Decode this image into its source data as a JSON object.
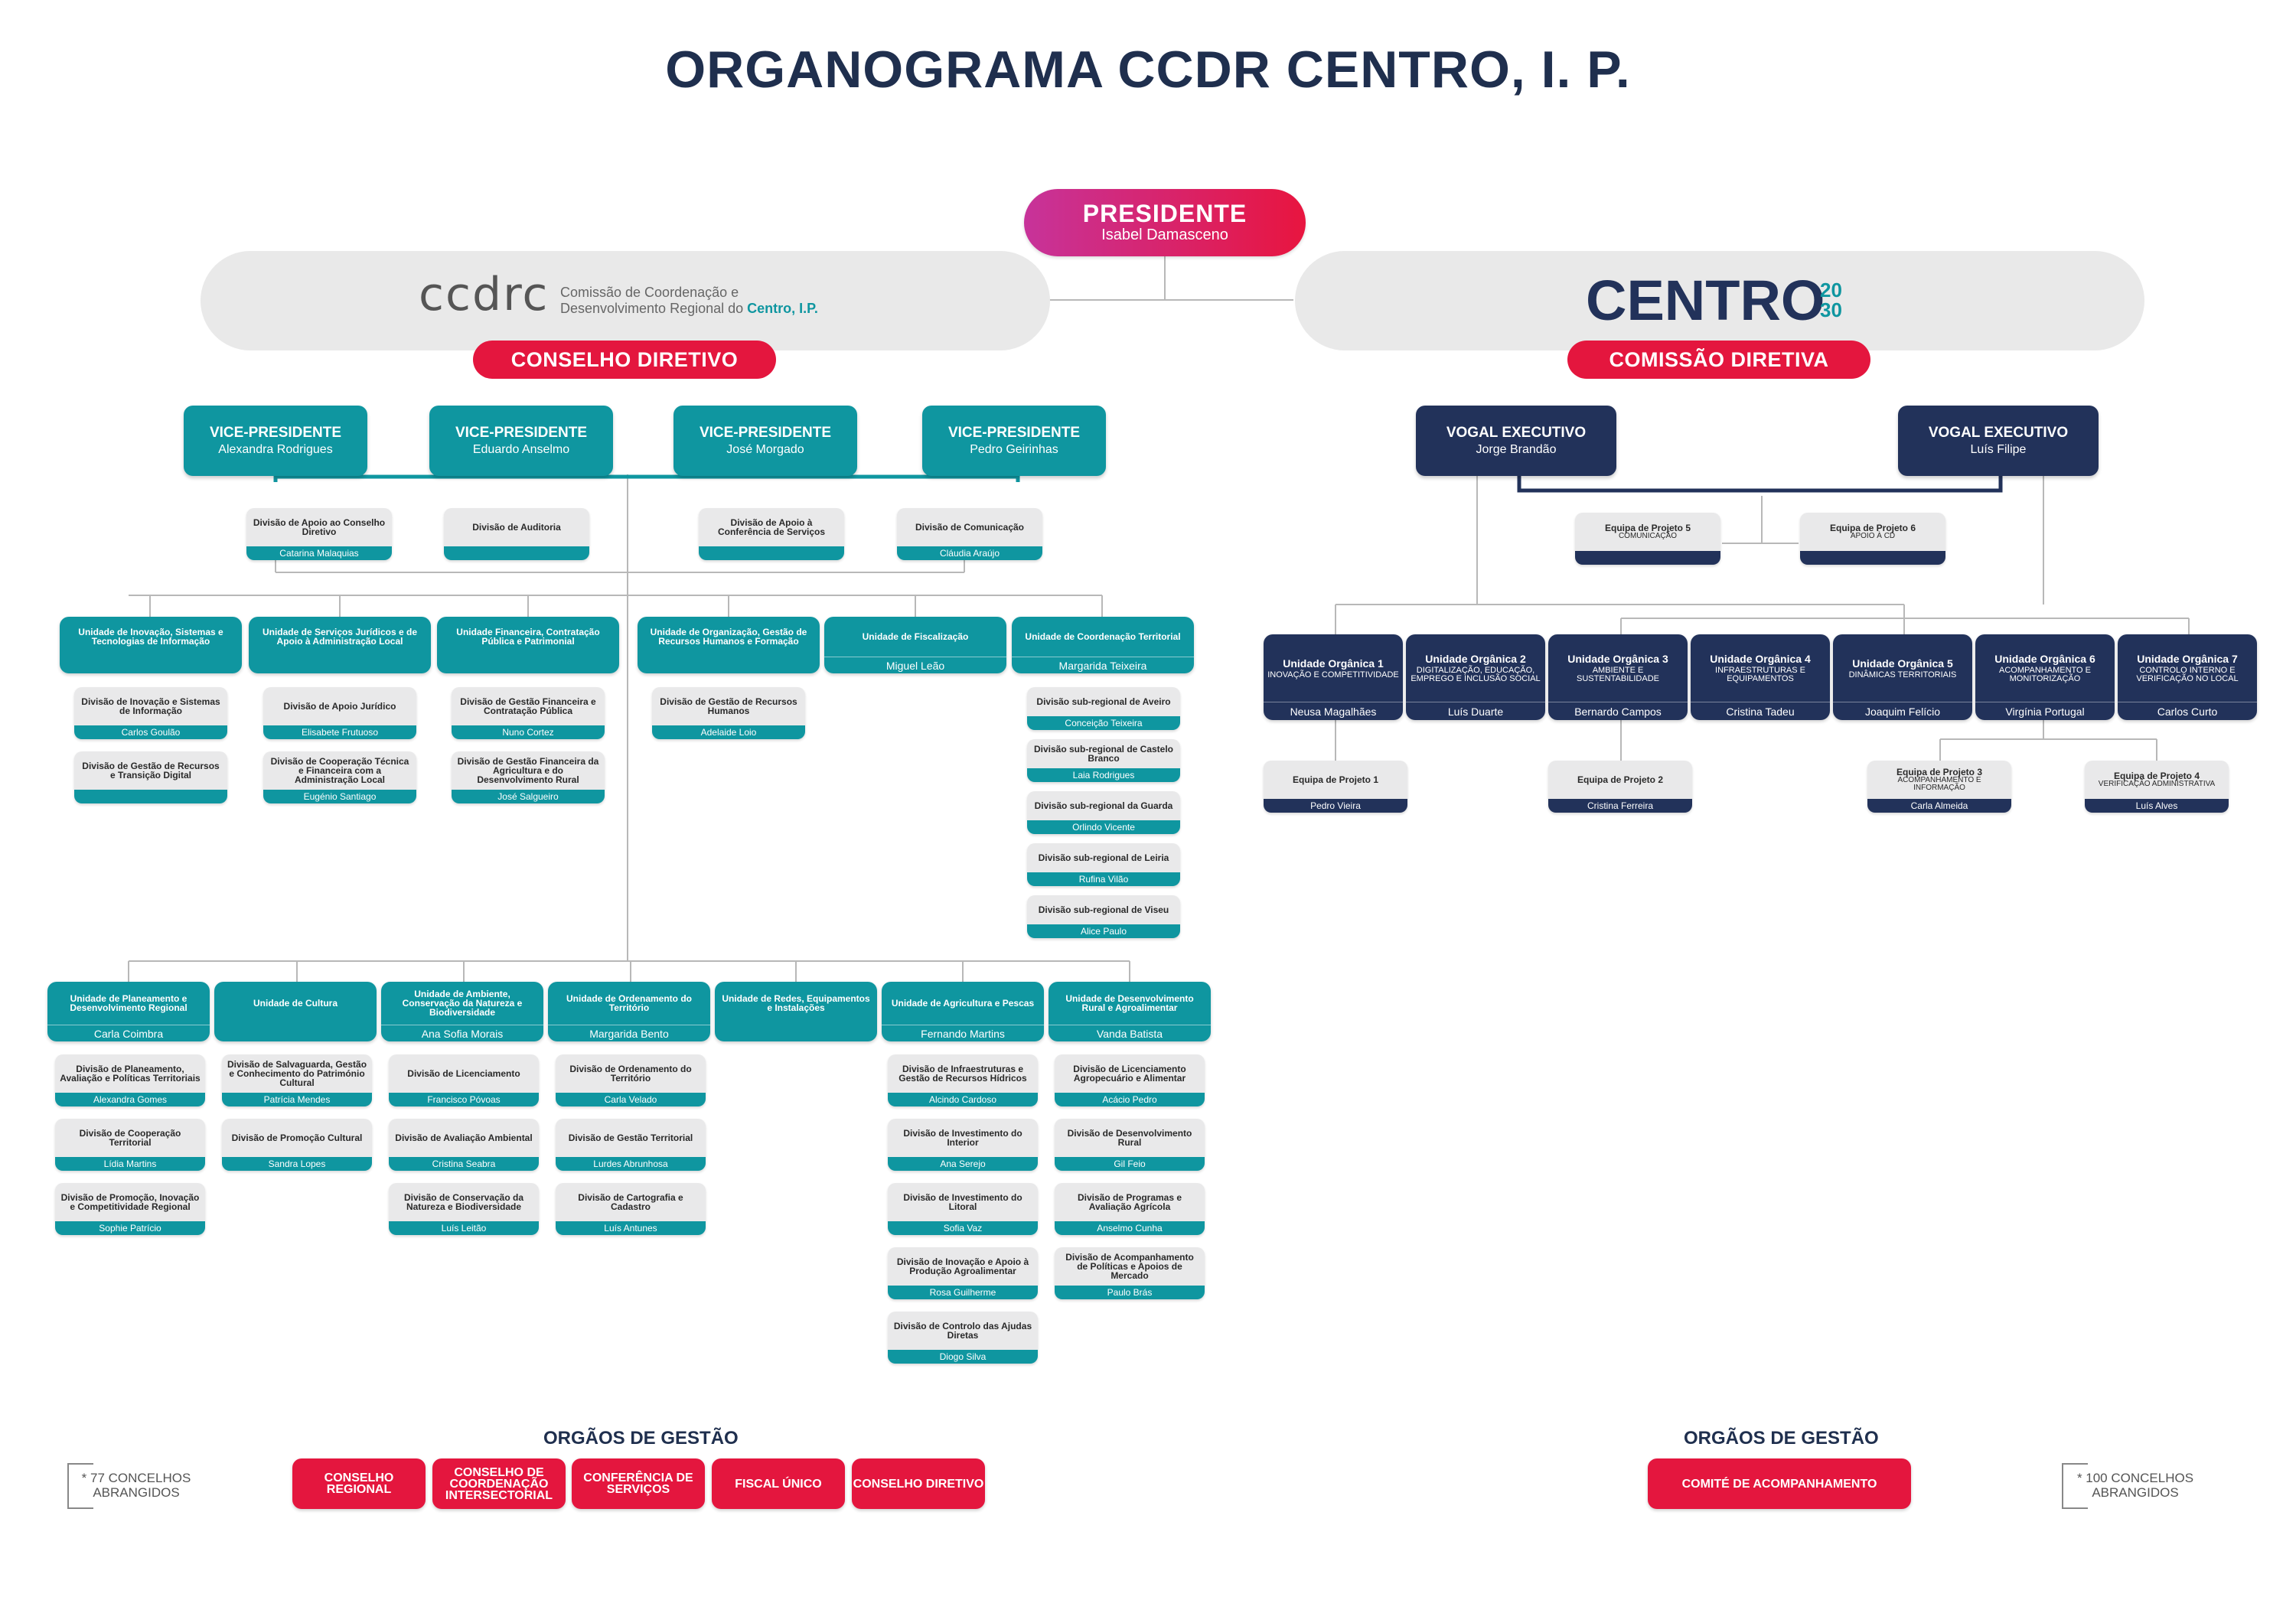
{
  "title": "ORGANOGRAMA CCDR CENTRO, I. P.",
  "president": {
    "title": "PRESIDENTE",
    "name": "Isabel Damasceno"
  },
  "ccdrc": {
    "logo_text": "ccdrc",
    "description_line1": "Comissão de Coordenação e",
    "description_line2": "Desenvolvimento Regional do",
    "description_brand": "Centro, I.P."
  },
  "centro2030": {
    "logo_text": "CENTRO",
    "logo_20": "20",
    "logo_30": "30"
  },
  "conselho_diretivo": "CONSELHO DIRETIVO",
  "comissao_diretiva": "COMISSÃO DIRETIVA",
  "vice_presidents": [
    {
      "title": "VICE-PRESIDENTE",
      "name": "Alexandra Rodrigues"
    },
    {
      "title": "VICE-PRESIDENTE",
      "name": "Eduardo Anselmo"
    },
    {
      "title": "VICE-PRESIDENTE",
      "name": "José Morgado"
    },
    {
      "title": "VICE-PRESIDENTE",
      "name": "Pedro Geirinhas"
    }
  ],
  "vogais": [
    {
      "title": "VOGAL EXECUTIVO",
      "name": "Jorge Brandão"
    },
    {
      "title": "VOGAL EXECUTIVO",
      "name": "Luís Filipe"
    }
  ],
  "support_divisions": [
    {
      "title": "Divisão de Apoio ao Conselho Diretivo",
      "name": "Catarina Malaquias"
    },
    {
      "title": "Divisão de Auditoria",
      "name": ""
    },
    {
      "title": "Divisão de Apoio à Conferência de Serviços",
      "name": ""
    },
    {
      "title": "Divisão de Comunicação",
      "name": "Cláudia Araújo"
    }
  ],
  "project_teams_top": [
    {
      "title": "Equipa de Projeto 5",
      "sub": "COMUNICAÇÃO",
      "name": ""
    },
    {
      "title": "Equipa de Projeto 6",
      "sub": "APOIO À CD",
      "name": ""
    }
  ],
  "units_row1": [
    {
      "title": "Unidade de Inovação, Sistemas e Tecnologias de Informação",
      "name": "",
      "divisions": [
        {
          "title": "Divisão de Inovação e Sistemas de Informação",
          "name": "Carlos Goulão"
        },
        {
          "title": "Divisão de Gestão de Recursos e Transição Digital",
          "name": ""
        }
      ]
    },
    {
      "title": "Unidade de Serviços Jurídicos e de Apoio à Administração Local",
      "name": "",
      "divisions": [
        {
          "title": "Divisão de Apoio Jurídico",
          "name": "Elisabete Frutuoso"
        },
        {
          "title": "Divisão de Cooperação Técnica e Financeira com a Administração Local",
          "name": "Eugénio Santiago"
        }
      ]
    },
    {
      "title": "Unidade Financeira, Contratação Pública e Patrimonial",
      "name": "",
      "divisions": [
        {
          "title": "Divisão de Gestão Financeira e Contratação Pública",
          "name": "Nuno Cortez"
        },
        {
          "title": "Divisão de Gestão Financeira da Agricultura e do Desenvolvimento Rural",
          "name": "José Salgueiro"
        }
      ]
    },
    {
      "title": "Unidade de Organização, Gestão de Recursos Humanos e Formação",
      "name": "",
      "divisions": [
        {
          "title": "Divisão de Gestão de Recursos Humanos",
          "name": "Adelaide Loio"
        }
      ]
    },
    {
      "title": "Unidade de Fiscalização",
      "name": "Miguel Leão",
      "divisions": []
    },
    {
      "title": "Unidade de Coordenação Territorial",
      "name": "Margarida Teixeira",
      "divisions": [
        {
          "title": "Divisão sub-regional de Aveiro",
          "name": "Conceição Teixeira"
        },
        {
          "title": "Divisão sub-regional de Castelo Branco",
          "name": "Laia Rodrigues"
        },
        {
          "title": "Divisão sub-regional da Guarda",
          "name": "Orlindo Vicente"
        },
        {
          "title": "Divisão sub-regional de Leiria",
          "name": "Rufina Vilão"
        },
        {
          "title": "Divisão sub-regional de Viseu",
          "name": "Alice Paulo"
        }
      ]
    }
  ],
  "units_row2": [
    {
      "title": "Unidade de Planeamento e Desenvolvimento Regional",
      "name": "Carla Coimbra",
      "divisions": [
        {
          "title": "Divisão de Planeamento, Avaliação e Políticas Territoriais",
          "name": "Alexandra Gomes"
        },
        {
          "title": "Divisão de Cooperação Territorial",
          "name": "Lídia Martins"
        },
        {
          "title": "Divisão de Promoção, Inovação e Competitividade Regional",
          "name": "Sophie Patrício"
        }
      ]
    },
    {
      "title": "Unidade de Cultura",
      "name": "",
      "divisions": [
        {
          "title": "Divisão de Salvaguarda, Gestão e Conhecimento do Património Cultural",
          "name": "Patrícia Mendes"
        },
        {
          "title": "Divisão de Promoção Cultural",
          "name": "Sandra Lopes"
        }
      ]
    },
    {
      "title": "Unidade de Ambiente, Conservação da Natureza e Biodiversidade",
      "name": "Ana Sofia Morais",
      "divisions": [
        {
          "title": "Divisão de Licenciamento",
          "name": "Francisco Póvoas"
        },
        {
          "title": "Divisão de Avaliação Ambiental",
          "name": "Cristina Seabra"
        },
        {
          "title": "Divisão de Conservação da Natureza e Biodiversidade",
          "name": "Luís Leitão"
        }
      ]
    },
    {
      "title": "Unidade de Ordenamento do Território",
      "name": "Margarida Bento",
      "divisions": [
        {
          "title": "Divisão de Ordenamento do Território",
          "name": "Carla Velado"
        },
        {
          "title": "Divisão de Gestão Territorial",
          "name": "Lurdes Abrunhosa"
        },
        {
          "title": "Divisão de Cartografia e Cadastro",
          "name": "Luís Antunes"
        }
      ]
    },
    {
      "title": "Unidade de Redes, Equipamentos e Instalações",
      "name": "",
      "divisions": []
    },
    {
      "title": "Unidade de Agricultura e Pescas",
      "name": "Fernando Martins",
      "divisions": [
        {
          "title": "Divisão de Infraestruturas e Gestão de Recursos Hídricos",
          "name": "Alcindo Cardoso"
        },
        {
          "title": "Divisão de Investimento do Interior",
          "name": "Ana Serejo"
        },
        {
          "title": "Divisão de Investimento do Litoral",
          "name": "Sofia Vaz"
        },
        {
          "title": "Divisão de Inovação e Apoio à Produção Agroalimentar",
          "name": "Rosa Guilherme"
        },
        {
          "title": "Divisão de Controlo das Ajudas Diretas",
          "name": "Diogo Silva"
        }
      ]
    },
    {
      "title": "Unidade de Desenvolvimento Rural e Agroalimentar",
      "name": "Vanda Batista",
      "divisions": [
        {
          "title": "Divisão de Licenciamento Agropecuário e Alimentar",
          "name": "Acácio Pedro"
        },
        {
          "title": "Divisão de Desenvolvimento Rural",
          "name": "Gil Feio"
        },
        {
          "title": "Divisão de Programas e Avaliação Agrícola",
          "name": "Anselmo Cunha"
        },
        {
          "title": "Divisão de Acompanhamento de Políticas e Apoios de Mercado",
          "name": "Paulo Brás"
        }
      ]
    }
  ],
  "organic_units": [
    {
      "title": "Unidade Orgânica 1",
      "sub": "INOVAÇÃO E COMPETITIVIDADE",
      "name": "Neusa Magalhães"
    },
    {
      "title": "Unidade Orgânica 2",
      "sub": "DIGITALIZAÇÃO, EDUCAÇÃO, EMPREGO E INCLUSÃO SOCIAL",
      "name": "Luís Duarte"
    },
    {
      "title": "Unidade Orgânica 3",
      "sub": "AMBIENTE E SUSTENTABILIDADE",
      "name": "Bernardo Campos"
    },
    {
      "title": "Unidade Orgânica 4",
      "sub": "INFRAESTRUTURAS E EQUIPAMENTOS",
      "name": "Cristina Tadeu"
    },
    {
      "title": "Unidade Orgânica 5",
      "sub": "DINÂMICAS TERRITORIAIS",
      "name": "Joaquim Felício"
    },
    {
      "title": "Unidade Orgânica 6",
      "sub": "ACOMPANHAMENTO E MONITORIZAÇÃO",
      "name": "Virgínia Portugal"
    },
    {
      "title": "Unidade Orgânica 7",
      "sub": "CONTROLO INTERNO E VERIFICAÇÃO NO LOCAL",
      "name": "Carlos Curto"
    }
  ],
  "project_teams_bottom": [
    {
      "title": "Equipa de Projeto 1",
      "sub": "",
      "name": "Pedro Vieira"
    },
    {
      "title": "Equipa de Projeto 2",
      "sub": "",
      "name": "Cristina Ferreira"
    },
    {
      "title": "Equipa de Projeto 3",
      "sub": "ACOMPANHAMENTO E INFORMAÇÃO",
      "name": "Carla Almeida"
    },
    {
      "title": "Equipa de Projeto 4",
      "sub": "VERIFICAÇÃO ADMINISTRATIVA",
      "name": "Luís Alves"
    }
  ],
  "orgaos_left": {
    "heading": "ORGÃOS DE GESTÃO",
    "items": [
      "CONSELHO REGIONAL",
      "CONSELHO DE COORDENAÇÃO INTERSECTORIAL",
      "CONFERÊNCIA DE SERVIÇOS",
      "FISCAL ÚNICO",
      "CONSELHO DIRETIVO"
    ]
  },
  "orgaos_right": {
    "heading": "ORGÃOS DE GESTÃO",
    "items": [
      "COMITÉ DE ACOMPANHAMENTO"
    ]
  },
  "note_left": "* 77 CONCELHOS ABRANGIDOS",
  "note_right": "* 100 CONCELHOS ABRANGIDOS",
  "colors": {
    "teal": "#0f96a0",
    "navy": "#22325a",
    "red": "#e4163e",
    "magenta": "#c7339a",
    "grey": "#e9e9ea"
  }
}
